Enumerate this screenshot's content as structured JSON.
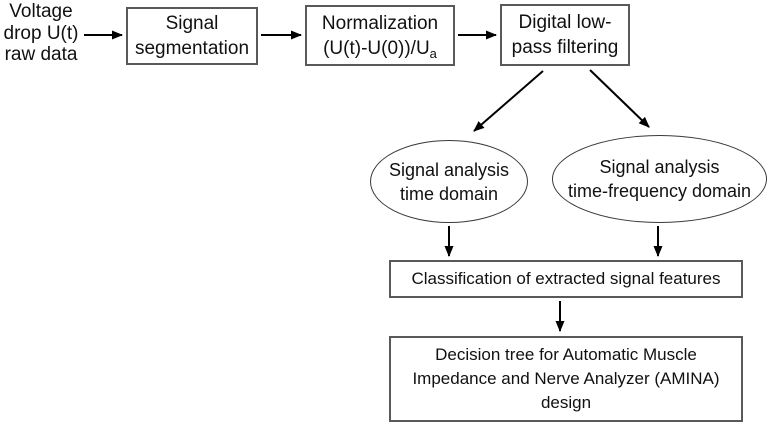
{
  "figure": {
    "background": "#ffffff",
    "colors": {
      "box_border": "#595959",
      "ellipse_border": "#3a3a3a",
      "text": "#111111",
      "arrow": "#000000"
    },
    "input_label": {
      "lines": [
        "Voltage",
        "drop U(t)",
        "raw data"
      ]
    },
    "nodes": {
      "signal_segmentation": {
        "lines": [
          "Signal",
          "segmentation"
        ]
      },
      "normalization": {
        "line1": "Normalization",
        "formula_base": "(U(t)-U(0))/U",
        "formula_sub": "a"
      },
      "low_pass_filtering": {
        "lines": [
          "Digital low-",
          "pass filtering"
        ]
      },
      "time_domain": {
        "lines": [
          "Signal analysis",
          "time domain"
        ]
      },
      "time_frequency": {
        "lines": [
          "Signal analysis",
          "time-frequency domain"
        ]
      },
      "classification": {
        "label": "Classification of extracted signal features"
      },
      "decision_tree": {
        "lines": [
          "Decision tree for Automatic Muscle",
          "Impedance and Nerve Analyzer (AMINA)",
          "design"
        ]
      }
    }
  }
}
